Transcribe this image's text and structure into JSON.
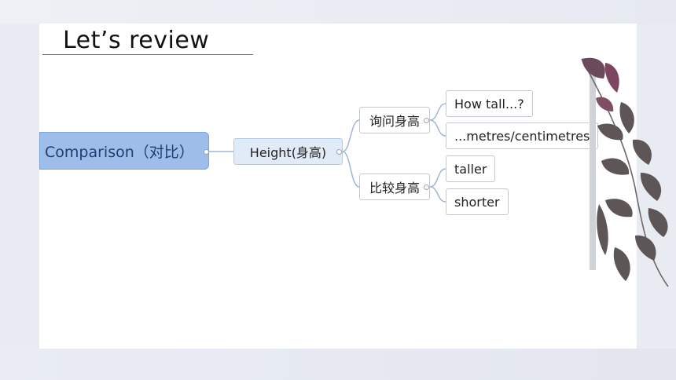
{
  "slide": {
    "title": "Let’s review"
  },
  "mindmap": {
    "root": "Comparison（对比）",
    "level1": "Height(身高)",
    "branches": [
      {
        "label": "询问身高",
        "children": [
          "How tall...?",
          "...metres/centimetres"
        ]
      },
      {
        "label": "比较身高",
        "children": [
          "taller",
          "shorter"
        ]
      }
    ]
  },
  "colors": {
    "root_fill": "#9fbde9",
    "level1_fill": "#e1ebf8",
    "connector": "#9fb6d6",
    "leaf_decoration": "#5e5656"
  },
  "decoration": {
    "right_edge": "leaf-branch-icon"
  }
}
